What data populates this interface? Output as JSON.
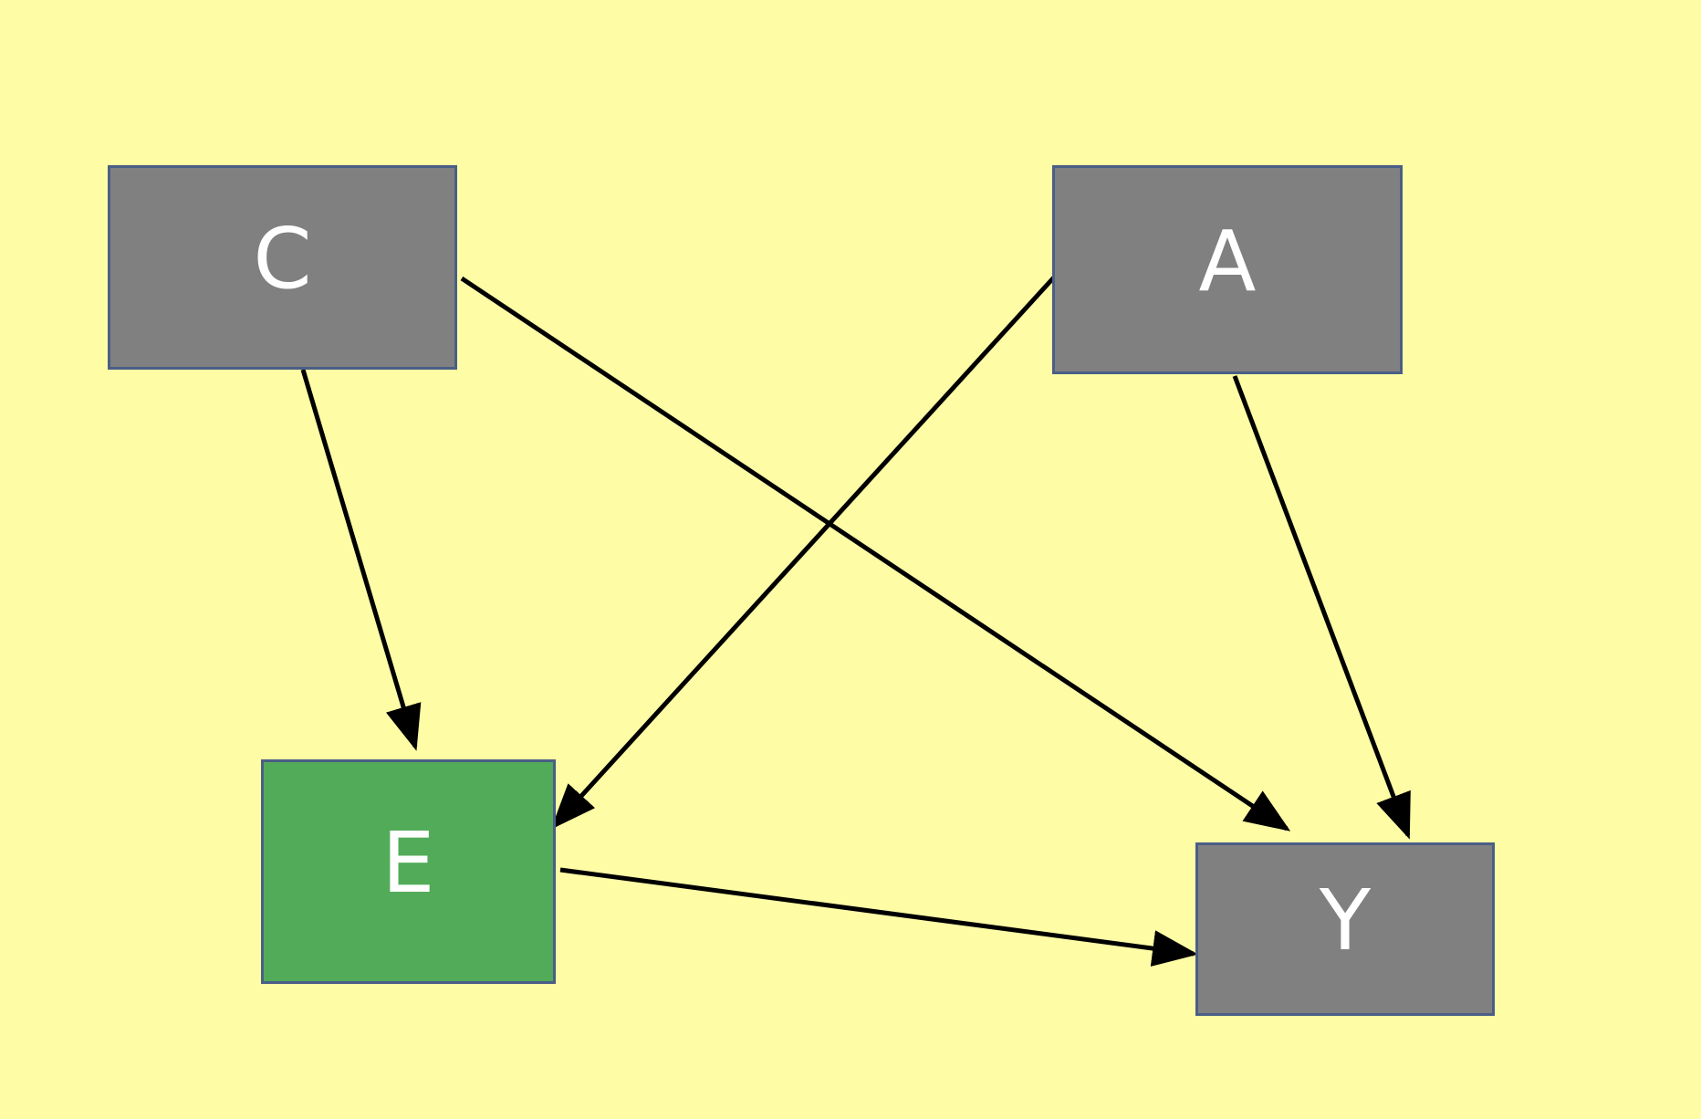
{
  "diagram": {
    "nodes": [
      {
        "id": "C",
        "label": "C",
        "fill": "#808080"
      },
      {
        "id": "A",
        "label": "A",
        "fill": "#808080"
      },
      {
        "id": "E",
        "label": "E",
        "fill": "#52ab59"
      },
      {
        "id": "Y",
        "label": "Y",
        "fill": "#808080"
      }
    ],
    "edges": [
      {
        "from": "C",
        "to": "E"
      },
      {
        "from": "C",
        "to": "Y"
      },
      {
        "from": "A",
        "to": "E"
      },
      {
        "from": "A",
        "to": "Y"
      },
      {
        "from": "E",
        "to": "Y"
      }
    ],
    "colors": {
      "background": "#fffca6",
      "node_border": "#4a5e86",
      "edge": "#000000",
      "label": "#ffffff"
    }
  }
}
